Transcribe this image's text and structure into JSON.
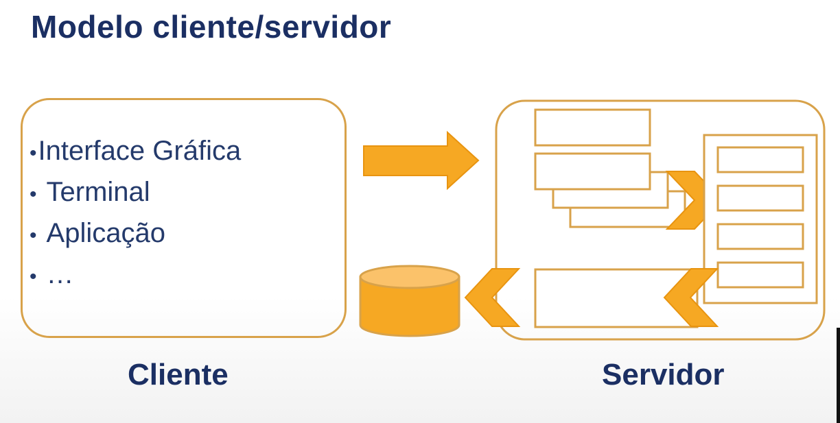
{
  "title": "Modelo cliente/servidor",
  "client": {
    "caption": "Cliente",
    "items": [
      "Interface Gráfica",
      "Terminal",
      "Aplicação",
      "…"
    ]
  },
  "server": {
    "caption": "Servidor"
  },
  "colors": {
    "title": "#1b2f63",
    "border": "#d8a24a",
    "arrow": "#f6a823",
    "text": "#243a6b"
  }
}
